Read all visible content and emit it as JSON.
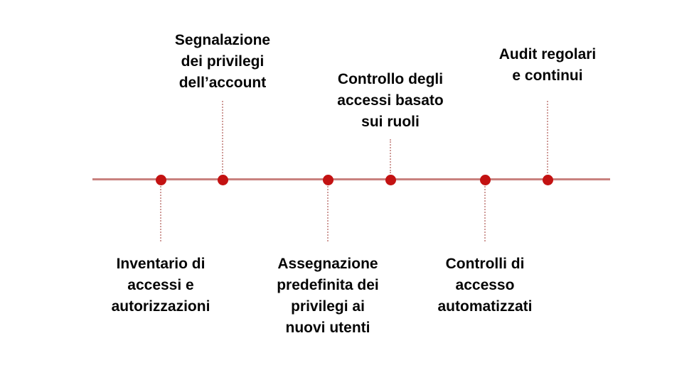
{
  "colors": {
    "background": "#ffffff",
    "dot_red": "#c31212",
    "line_rose": "#c9827f",
    "connector_rose": "#cf9b98",
    "text": "#050505"
  },
  "timeline": {
    "type": "horizontal-milestone-timeline",
    "milestones": [
      {
        "id": "inventario",
        "side": "bottom",
        "dot_index": 1,
        "text": "Inventario di\naccessi e\nautorizzazioni"
      },
      {
        "id": "segnalazione",
        "side": "top",
        "dot_index": 2,
        "text": "Segnalazione\ndei privilegi\ndell’account"
      },
      {
        "id": "assegnazione",
        "side": "bottom",
        "dot_index": 3,
        "text": "Assegnazione\npredefinita dei\nprivilegi ai\nnuovi utenti"
      },
      {
        "id": "controllo",
        "side": "top",
        "dot_index": 4,
        "text": "Controllo degli\naccessi basato\nsui ruoli"
      },
      {
        "id": "controlli",
        "side": "bottom",
        "dot_index": 5,
        "text": "Controlli di\naccesso\nautomatizzati"
      },
      {
        "id": "audit",
        "side": "top",
        "dot_index": 6,
        "text": "Audit regolari\ne continui"
      }
    ]
  }
}
